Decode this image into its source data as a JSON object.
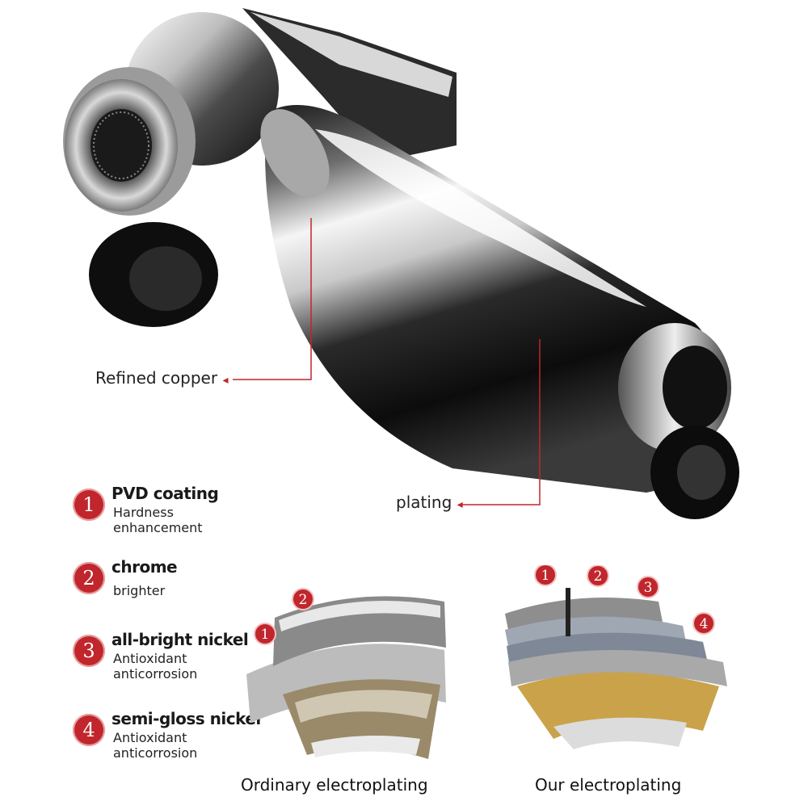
{
  "callouts": {
    "refined_copper": "Refined copper",
    "plating": "plating"
  },
  "layers": [
    {
      "number": "1",
      "title": "PVD coating",
      "desc": [
        "Hardness",
        "enhancement"
      ]
    },
    {
      "number": "2",
      "title": "chrome",
      "desc": [
        "brighter"
      ]
    },
    {
      "number": "3",
      "title": "all-bright nickel",
      "desc": [
        "Antioxidant",
        "anticorrosion"
      ]
    },
    {
      "number": "4",
      "title": "semi-gloss nickel",
      "desc": [
        "Antioxidant",
        "anticorrosion"
      ]
    }
  ],
  "diagrams": {
    "ordinary": {
      "caption": "Ordinary electroplating",
      "badges": [
        "1",
        "2"
      ]
    },
    "ours": {
      "caption": "Our electroplating",
      "badges": [
        "1",
        "2",
        "3",
        "4"
      ]
    }
  },
  "colors": {
    "accent_red": "#c0262c",
    "chrome_light": "#f4f4f4",
    "chrome_dark": "#111111",
    "brass": "#c9a24a",
    "copper_grit": "#9a8a6a"
  },
  "icons": [
    "bidet-sprayer-photo",
    "red-circle-number-badge",
    "arrow-left-icon"
  ]
}
